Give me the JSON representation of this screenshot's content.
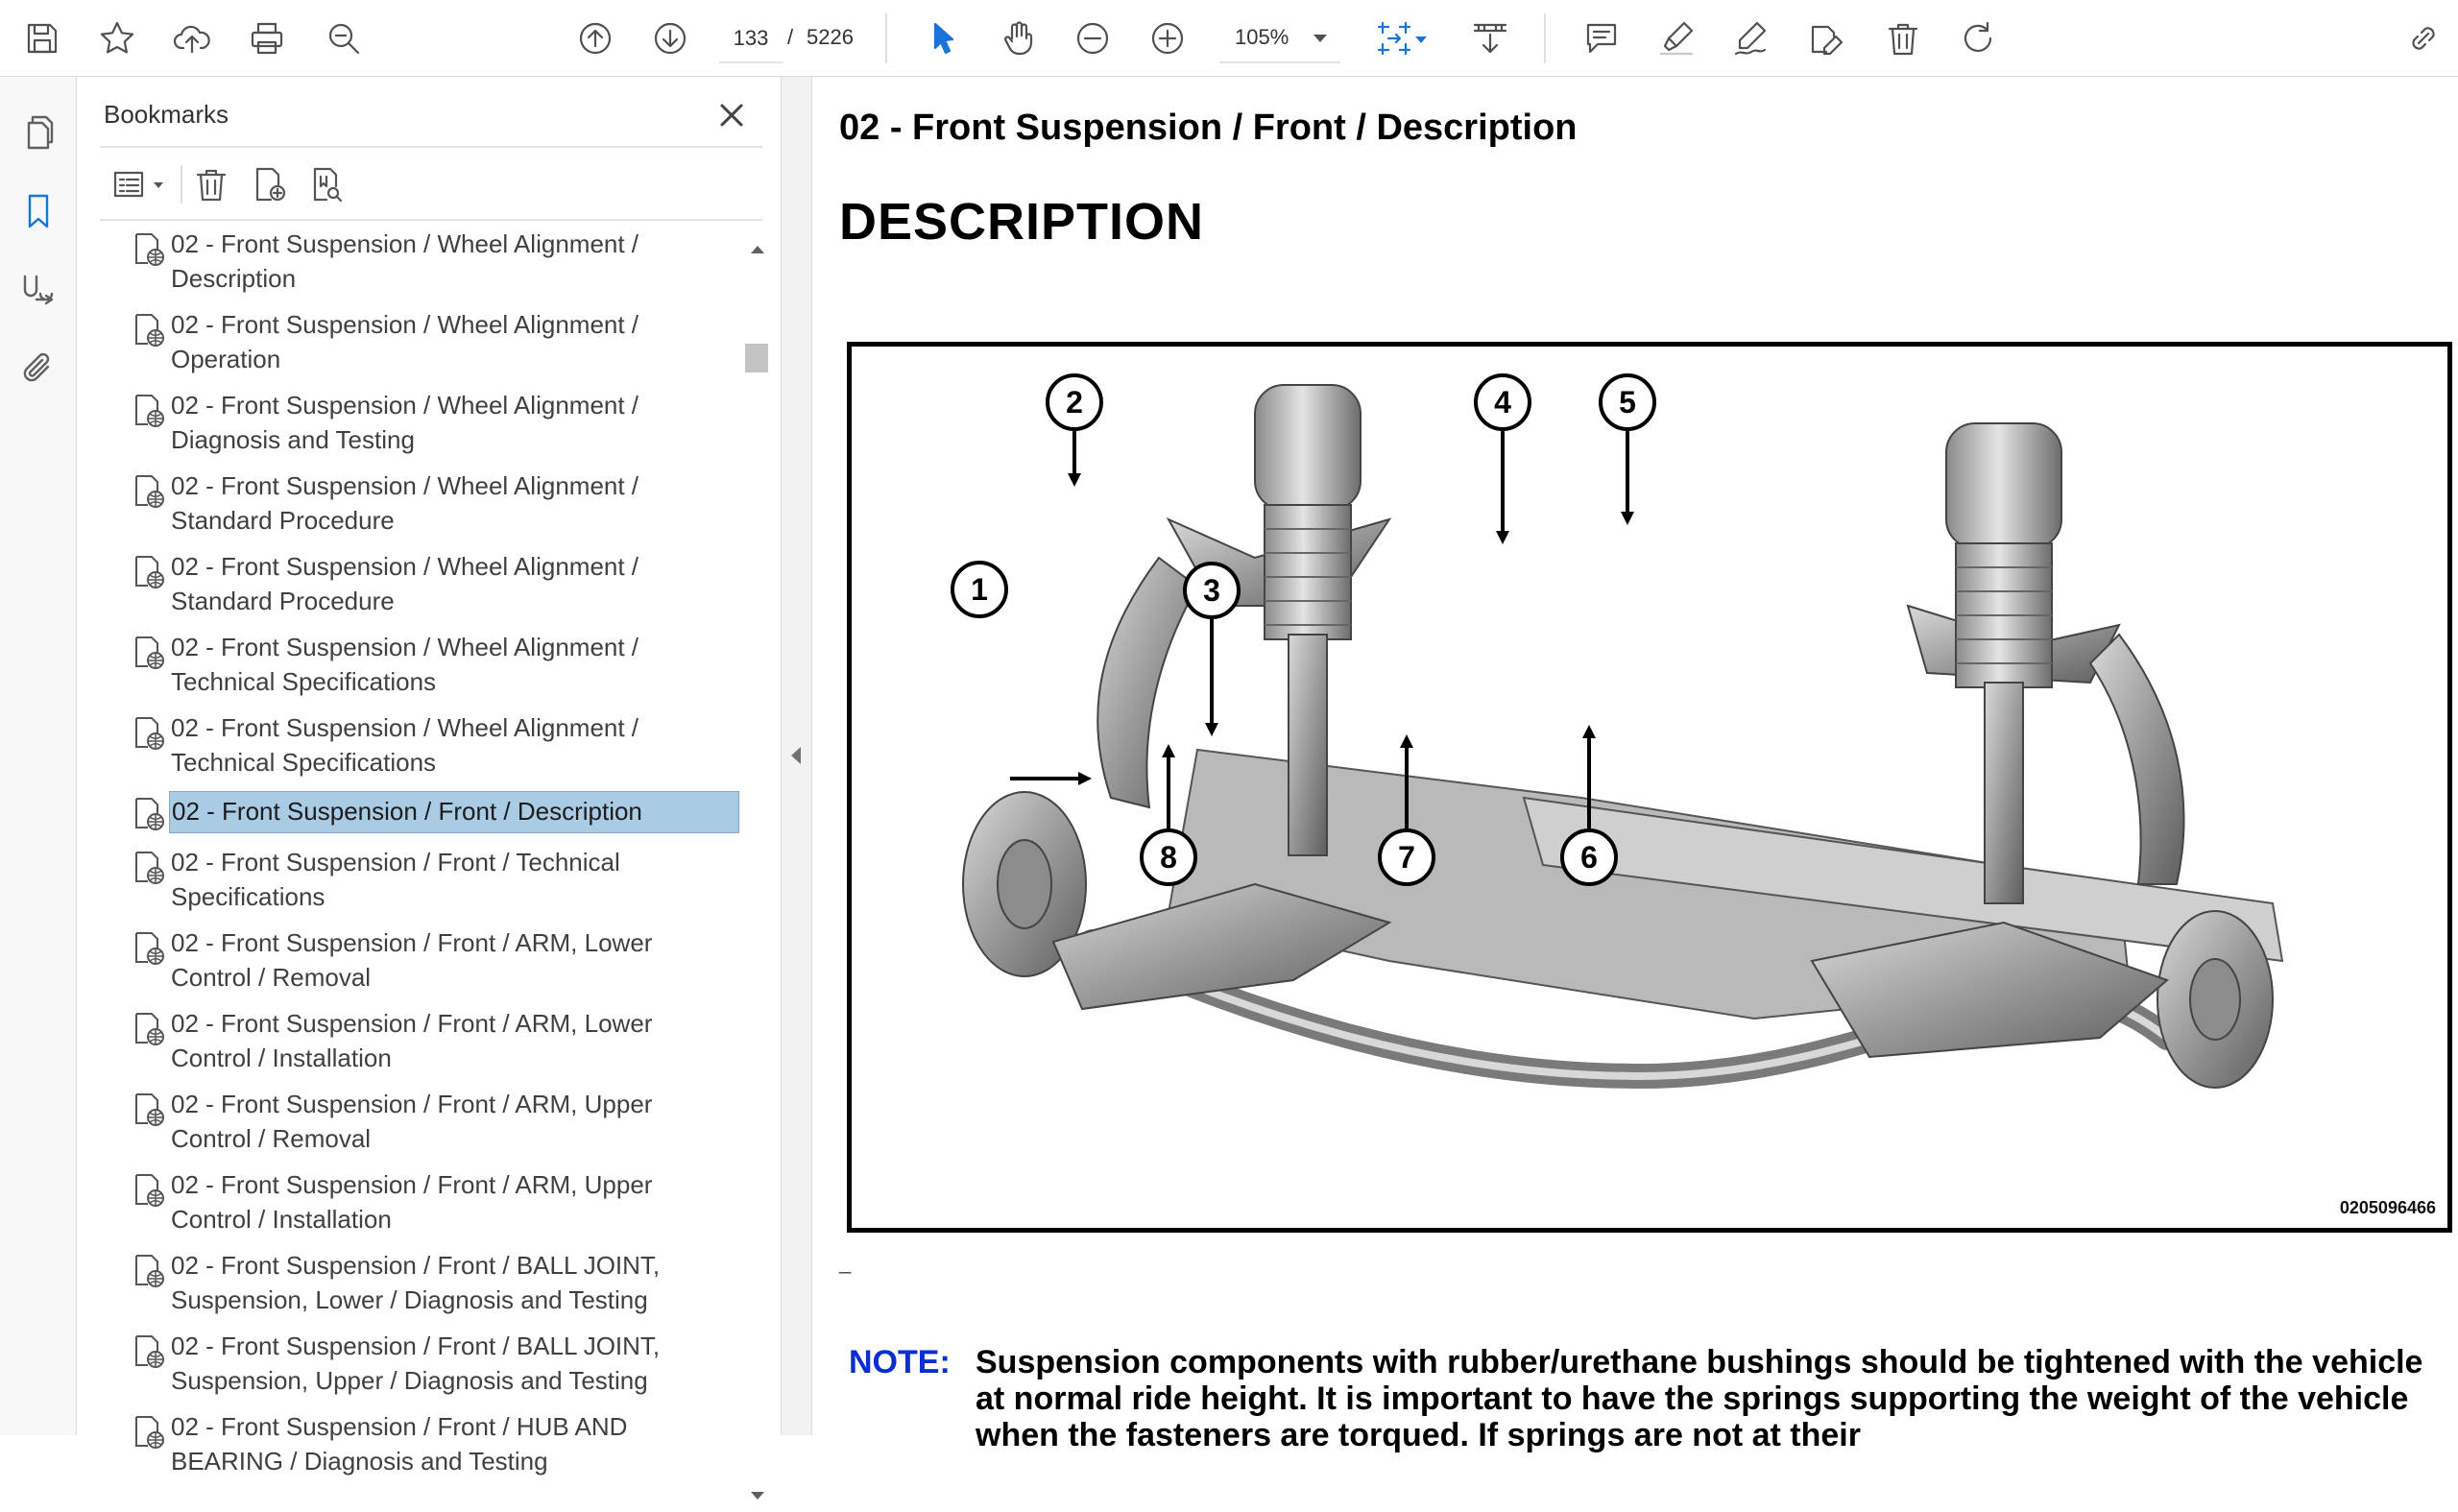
{
  "toolbar": {
    "current_page": "133",
    "page_separator": "/",
    "total_pages": "5226",
    "zoom": "105%"
  },
  "bookmarks_panel": {
    "title": "Bookmarks",
    "items": [
      {
        "label": "02 - Front Suspension / Wheel Alignment / Description"
      },
      {
        "label": "02 - Front Suspension / Wheel Alignment / Operation"
      },
      {
        "label": "02 - Front Suspension / Wheel Alignment / Diagnosis and Testing"
      },
      {
        "label": "02 - Front Suspension / Wheel Alignment / Standard Procedure"
      },
      {
        "label": "02 - Front Suspension / Wheel Alignment / Standard Procedure"
      },
      {
        "label": "02 - Front Suspension / Wheel Alignment / Technical Specifications"
      },
      {
        "label": "02 - Front Suspension / Wheel Alignment / Technical Specifications"
      },
      {
        "label": "02 - Front Suspension / Front / Description",
        "selected": true
      },
      {
        "label": "02 - Front Suspension / Front / Technical Specifications"
      },
      {
        "label": "02 - Front Suspension / Front / ARM, Lower Control / Removal"
      },
      {
        "label": "02 - Front Suspension / Front / ARM, Lower Control / Installation"
      },
      {
        "label": "02 - Front Suspension / Front / ARM, Upper Control / Removal"
      },
      {
        "label": "02 - Front Suspension / Front / ARM, Upper Control / Installation"
      },
      {
        "label": "02 - Front Suspension / Front / BALL JOINT, Suspension, Lower / Diagnosis and Testing"
      },
      {
        "label": "02 - Front Suspension / Front / BALL JOINT, Suspension, Upper / Diagnosis and Testing"
      },
      {
        "label": "02 - Front Suspension / Front / HUB AND BEARING / Diagnosis and Testing"
      }
    ]
  },
  "document": {
    "heading": "02 - Front Suspension / Front / Description",
    "title": "DESCRIPTION",
    "figure": {
      "code": "0205096466",
      "callouts": [
        "1",
        "2",
        "3",
        "4",
        "5",
        "6",
        "7",
        "8"
      ]
    },
    "tiny_mark": "_",
    "note_label": "NOTE:",
    "note_text": "Suspension components with rubber/urethane bushings should be tightened with the vehicle at normal ride height. It is important to have the springs supporting the weight of the vehicle when the fasteners are torqued. If springs are not at their"
  }
}
